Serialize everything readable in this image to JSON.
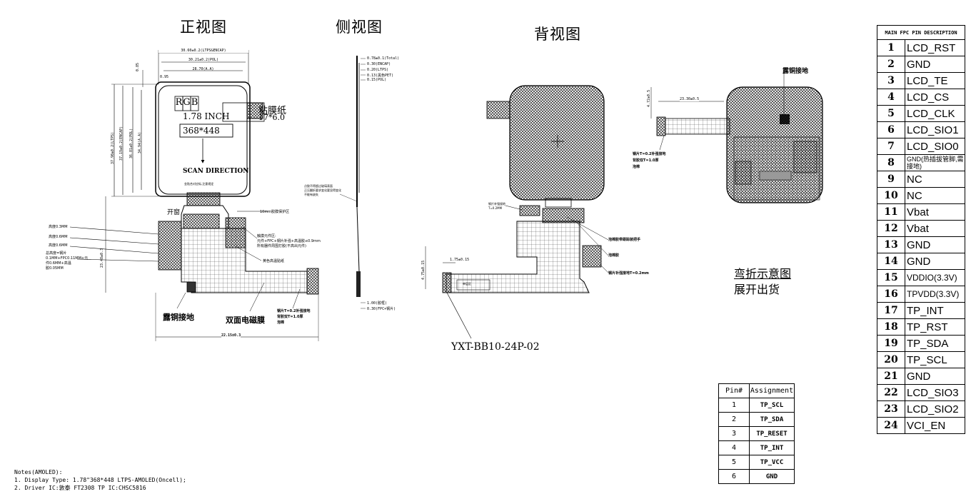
{
  "views": {
    "front": "正视图",
    "side": "侧视图",
    "back": "背视图"
  },
  "front": {
    "dims_top": [
      "30.60±0.2(LTPS&ENCAP)",
      "30.21±0.2(POL)",
      "28.70(A.A)"
    ],
    "dim_095": "0.95",
    "dim_085": "0.85",
    "dims_left": [
      "37.90±0.2(LTPS)",
      "37.19±0.2(ENCAP)",
      "36.81±0.2(POL)",
      "34.94(A.A)"
    ],
    "rgb": [
      "R",
      "G",
      "B"
    ],
    "size_label": "1.78 INCH",
    "resolution": "368*448",
    "scan_direction": "SCAN DIRECTION",
    "film_label": "粘膜纸",
    "film_size": "17*6.0",
    "tiny_note": "金贴合对应标,注意规定",
    "window": "开窗",
    "tape_note": "10mm胶膜保护区",
    "heights": [
      "高度0.3MM",
      "高度0.6MM",
      "高度0.6MM"
    ],
    "total_height": "总高度=钢片\n0.1MM+FPC0.11MM+元\n件0.6MM+高温\n胶0.05MM",
    "component_area": "触摸元件区:\n元件+FPC+钢片补强+高温胶≤0.9mm\n所有器件周围打胶(不高出元件)",
    "yellow_tape": "黄色高温贴纸",
    "height_total_dim": "23.48±0.3",
    "bottom_dim": "22.15±0.3",
    "copper_ground": "露铜接地",
    "emi_film": "双面电磁膜",
    "steel_note": "钢片T=0.2补强接地\n背胶双T=1.0厚\n泡棉"
  },
  "side": {
    "dims": [
      "0.78±0.1(Total)",
      "0.30(ENCAP)",
      "0.20(LTPS)",
      "0.13(黑色PET)",
      "0.15(POL)"
    ],
    "middle_note": "点胶不得超过玻璃表面\n正压翻折要求变化要显得变化\n不能有缺失",
    "bottom_dims": [
      "1.00(胶框)",
      "0.30(FPC+钢片)"
    ]
  },
  "back": {
    "steel_ground": "钢片补强接地\nT=0.2MM",
    "tape_a": "泡棉胶带跟踪装把手",
    "tape_b": "泡棉胶",
    "steel_b": "钢片补强接地T=0.2mm",
    "side_dim": "4.75±0.15",
    "width_dim": "1.75±0.15",
    "connector_label": "单层区",
    "part_number": "YXT-BB10-24P-02"
  },
  "bend": {
    "copper_ground": "露铜接地",
    "dim_a": "23.30±0.5",
    "dim_b": "4.72±0.5",
    "steel_note": "钢片T=0.2补强接地\n背胶双T=1.0厚\n泡棉",
    "title": "弯折示意图",
    "subtitle": "展开出货"
  },
  "main_pins": {
    "header": "MAIN FPC PIN DESCRIPTION",
    "rows": [
      {
        "n": "1",
        "s": "LCD_RST"
      },
      {
        "n": "2",
        "s": "GND"
      },
      {
        "n": "3",
        "s": "LCD_TE"
      },
      {
        "n": "4",
        "s": "LCD_CS"
      },
      {
        "n": "5",
        "s": "LCD_CLK"
      },
      {
        "n": "6",
        "s": "LCD_SIO1"
      },
      {
        "n": "7",
        "s": "LCD_SIO0"
      },
      {
        "n": "8",
        "s": "GND(热插拔管脚,需接地)"
      },
      {
        "n": "9",
        "s": "NC"
      },
      {
        "n": "10",
        "s": "NC"
      },
      {
        "n": "11",
        "s": "Vbat"
      },
      {
        "n": "12",
        "s": "Vbat"
      },
      {
        "n": "13",
        "s": "GND"
      },
      {
        "n": "14",
        "s": "GND"
      },
      {
        "n": "15",
        "s": "VDDIO(3.3V)"
      },
      {
        "n": "16",
        "s": "TPVDD(3.3V)"
      },
      {
        "n": "17",
        "s": "TP_INT"
      },
      {
        "n": "18",
        "s": "TP_RST"
      },
      {
        "n": "19",
        "s": "TP_SDA"
      },
      {
        "n": "20",
        "s": "TP_SCL"
      },
      {
        "n": "21",
        "s": "GND"
      },
      {
        "n": "22",
        "s": "LCD_SIO3"
      },
      {
        "n": "23",
        "s": "LCD_SIO2"
      },
      {
        "n": "24",
        "s": "VCI_EN"
      }
    ]
  },
  "tp_pins": {
    "headers": [
      "Pin#",
      "Assignment"
    ],
    "rows": [
      {
        "n": "1",
        "a": "TP_SCL"
      },
      {
        "n": "2",
        "a": "TP_SDA"
      },
      {
        "n": "3",
        "a": "TP_RESET"
      },
      {
        "n": "4",
        "a": "TP_INT"
      },
      {
        "n": "5",
        "a": "TP_VCC"
      },
      {
        "n": "6",
        "a": "GND"
      }
    ]
  },
  "notes": {
    "title": "Notes(AMOLED):",
    "lines": [
      "1. Display Type: 1.78\"368*448 LTPS-AMOLED(Oncell);",
      "2. Driver IC:敦泰 FT2308  TP IC:CHSC5816"
    ]
  }
}
